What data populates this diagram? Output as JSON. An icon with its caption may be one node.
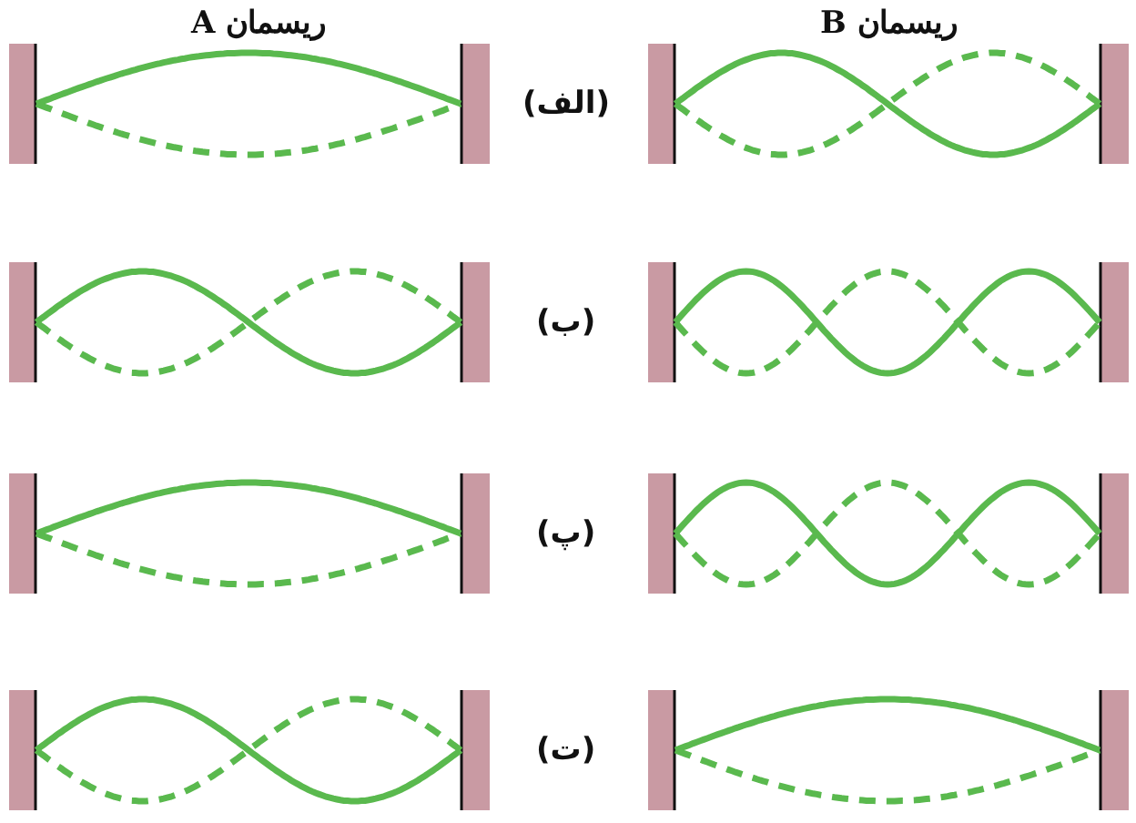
{
  "diagram": {
    "labels": [
      "ریسمان A",
      "ریسمان B",
      "(الف)",
      "(ب)",
      "(پ)",
      "(ت)"
    ]
  }
}
